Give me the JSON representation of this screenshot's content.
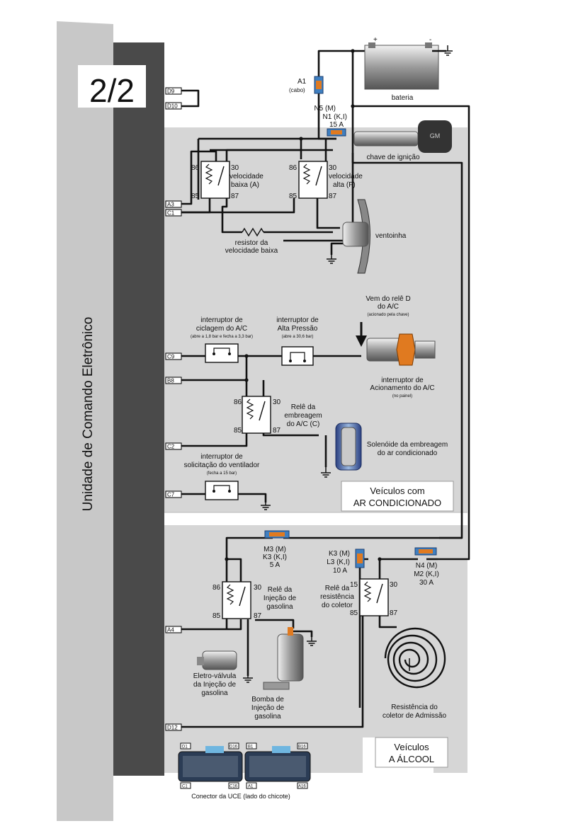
{
  "page_label": "2/2",
  "ecu_label": "Unidade de Comando Eletrônico",
  "pins": {
    "d9": "D9",
    "d10": "D10",
    "a3": "A3",
    "c1": "C1",
    "c9": "C9",
    "b8": "B8",
    "c2": "C2",
    "c7": "C7",
    "a4": "A4",
    "d12": "D12"
  },
  "battery": {
    "label": "bateria",
    "plus": "+",
    "minus": "-"
  },
  "fuse_a1": {
    "line1": "A1",
    "line2": "(cabo)"
  },
  "fuse_n5": {
    "line1": "N5 (M)",
    "line2": "N1 (K,I)",
    "line3": "15 A"
  },
  "ignition": {
    "label": "chave de ignição",
    "logo": "GM"
  },
  "relay_low": {
    "p86": "86",
    "p30": "30",
    "p85": "85",
    "p87": "87",
    "line1": "velocidade",
    "line2": "baixa (A)"
  },
  "relay_high": {
    "p86": "86",
    "p30": "30",
    "p85": "85",
    "p87": "87",
    "line1": "velocidade",
    "line2": "alta (F)"
  },
  "resistor": {
    "line1": "resistor da",
    "line2": "velocidade baixa"
  },
  "fan": {
    "label": "ventoinha"
  },
  "relay_d_note": {
    "line1": "Vem do relê D",
    "line2": "do A/C",
    "line3": "(acionado pela chave)"
  },
  "sw_cycle": {
    "line1": "interruptor de",
    "line2": "ciclagem do A/C",
    "line3": "(abre a 1,8 bar e fecha a 3,3 bar)"
  },
  "sw_pressure": {
    "line1": "interruptor de",
    "line2": "Alta Pressão",
    "line3": "(abre a 30,6 bar)"
  },
  "sw_actuation": {
    "line1": "interruptor de",
    "line2": "Acionamento do A/C",
    "line3": "(no painel)"
  },
  "relay_clutch": {
    "p86": "86",
    "p30": "30",
    "p85": "85",
    "p87": "87",
    "line1": "Relê da",
    "line2": "embreagem",
    "line3": "do A/C (C)"
  },
  "clutch_solenoid": {
    "line1": "Solenóide da embreagem",
    "line2": "do ar condicionado"
  },
  "sw_fan_request": {
    "line1": "interruptor de",
    "line2": "solicitação do ventilador",
    "line3": "(fecha a 15 bar)"
  },
  "ac_box": {
    "line1": "Veículos com",
    "line2": "AR CONDICIONADO"
  },
  "fuse_m3": {
    "line1": "M3 (M)",
    "line2": "K3 (K,I)",
    "line3": "5 A"
  },
  "fuse_k3": {
    "line1": "K3 (M)",
    "line2": "L3 (K,I)",
    "line3": "10 A"
  },
  "fuse_n4": {
    "line1": "N4 (M)",
    "line2": "M2 (K,I)",
    "line3": "30 A"
  },
  "relay_gas": {
    "p86": "86",
    "p30": "30",
    "p85": "85",
    "p87": "87",
    "line1": "Relê da",
    "line2": "Injeção de",
    "line3": "gasolina"
  },
  "relay_heater": {
    "p15": "15",
    "p30": "30",
    "p85": "85",
    "p87": "87",
    "line1": "Relê da",
    "line2": "resistência",
    "line3": "do coletor"
  },
  "solenoid_valve": {
    "line1": "Eletro-válvula",
    "line2": "da Injeção de",
    "line3": "gasolina"
  },
  "gas_pump": {
    "line1": "Bomba de",
    "line2": "Injeção de",
    "line3": "gasolina"
  },
  "heater": {
    "line1": "Resistência do",
    "line2": "coletor de Admissão"
  },
  "alcohol_box": {
    "line1": "Veículos",
    "line2": "A ÁLCOOL"
  },
  "connector": {
    "label": "Conector da UCE (lado do chicote)",
    "tags": [
      "D1",
      "D16",
      "C1",
      "C16",
      "B1",
      "B16",
      "A1",
      "A16"
    ]
  },
  "colors": {
    "wire": "#111111",
    "panel": "#d6d6d6",
    "ecu_body": "#c8c8c8",
    "ecu_face": "#4a4a4a",
    "fuse_blue": "#3f7fc0",
    "fuse_orange": "#e07a20"
  }
}
